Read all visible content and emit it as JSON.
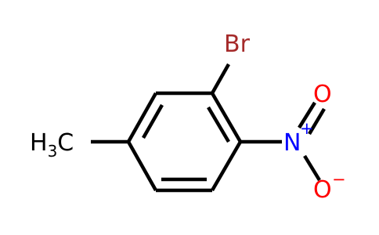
{
  "molecule": {
    "atoms": {
      "methyl": {
        "main": "H",
        "subscript": "3",
        "tail": "C"
      },
      "bromine": {
        "text": "Br"
      },
      "nitrogen": {
        "text": "N",
        "charge": "+"
      },
      "oxygen_top": {
        "text": "O"
      },
      "oxygen_bottom": {
        "text": "O",
        "charge": "−"
      }
    }
  },
  "colors": {
    "bond": "#000000",
    "bromine": "#a52a2a",
    "nitrogen": "#0000ff",
    "oxygen": "#ff0000",
    "carbon_label": "#000000"
  }
}
